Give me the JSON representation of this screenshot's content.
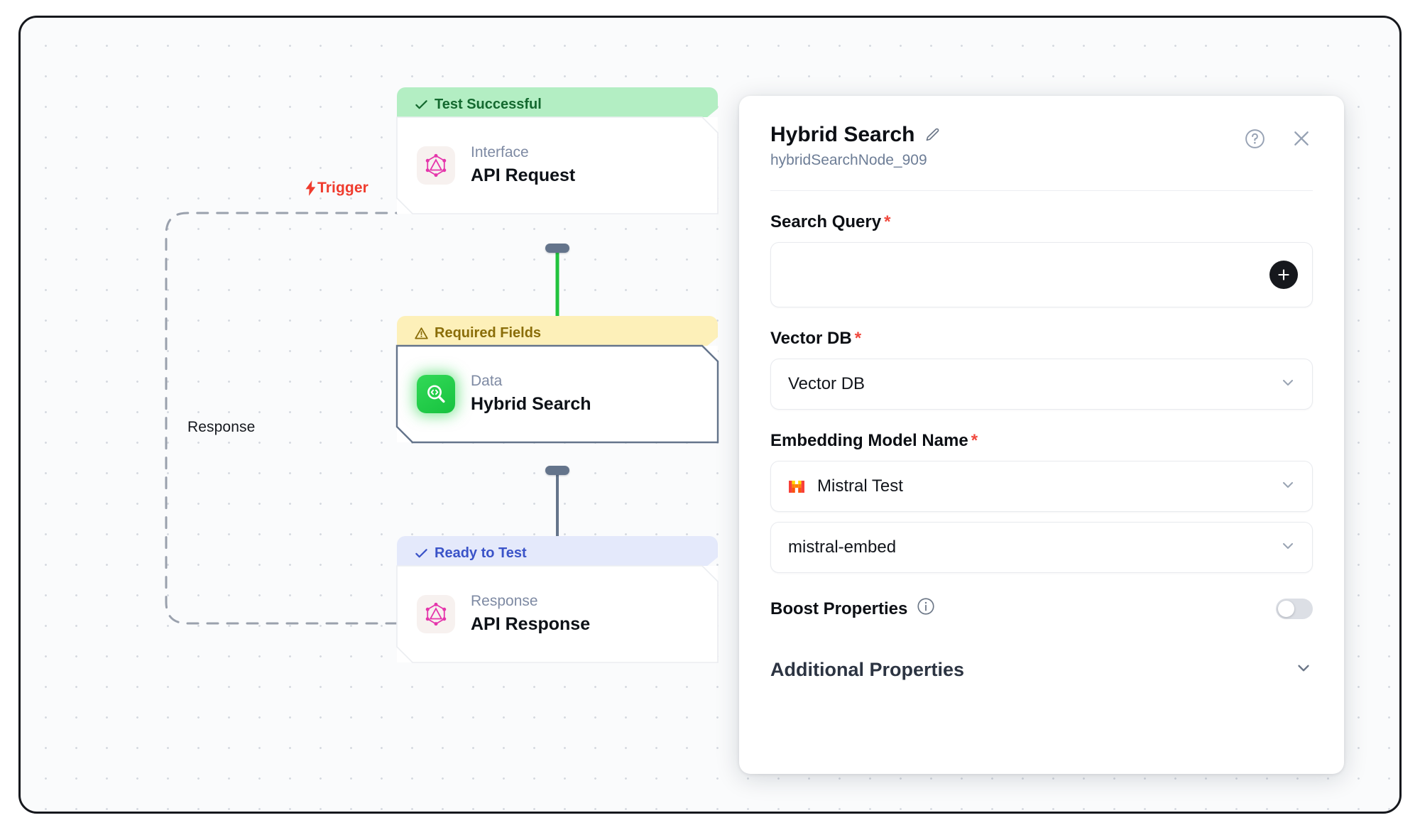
{
  "canvas": {
    "edges": [
      {
        "label": "Trigger",
        "icon": "lightning-bolt-icon",
        "color": "#ef3b2d"
      },
      {
        "label": "Response",
        "icon": "none",
        "color": "#15181e"
      }
    ],
    "nodes": [
      {
        "status": "Test Successful",
        "status_icon": "check-icon",
        "status_variant": "ok",
        "kind": "Interface",
        "title": "API Request",
        "icon": "graphql-icon"
      },
      {
        "status": "Required Fields",
        "status_icon": "warning-triangle-icon",
        "status_variant": "warn",
        "kind": "Data",
        "title": "Hybrid Search",
        "icon": "hybrid-search-icon"
      },
      {
        "status": "Ready to Test",
        "status_icon": "check-icon",
        "status_variant": "info",
        "kind": "Response",
        "title": "API Response",
        "icon": "graphql-icon"
      }
    ]
  },
  "panel": {
    "title": "Hybrid Search",
    "edit_icon": "pencil-icon",
    "subtitle": "hybridSearchNode_909",
    "help_icon": "question-circle-icon",
    "close_icon": "close-icon",
    "fields": {
      "search_query": {
        "label": "Search Query",
        "required": "*",
        "value": "",
        "placeholder": "",
        "add_icon": "plus-icon"
      },
      "vector_db": {
        "label": "Vector DB",
        "required": "*",
        "value": "Vector DB",
        "chevron_icon": "chevron-down-icon"
      },
      "embedding_model_name": {
        "label": "Embedding Model Name",
        "required": "*",
        "provider_value": "Mistral Test",
        "provider_icon": "mistral-icon",
        "model_value": "mistral-embed",
        "chevron_icon": "chevron-down-icon"
      },
      "boost_properties": {
        "label": "Boost Properties",
        "info_icon": "info-icon",
        "toggle_state": "off"
      }
    },
    "accordion": {
      "label": "Additional Properties",
      "chevron_icon": "chevron-down-icon"
    }
  },
  "colors": {
    "accent_red": "#ef3b2d",
    "status_ok_bg": "#b3eec3",
    "status_ok_fg": "#14692f",
    "status_warn_bg": "#fdf0b9",
    "status_warn_fg": "#8a6d09",
    "status_info_bg": "#e4e9fb",
    "status_info_fg": "#3a53c8",
    "edge_green": "#22c33e",
    "edge_gray": "#64748b",
    "required_star": "#f0483d"
  }
}
